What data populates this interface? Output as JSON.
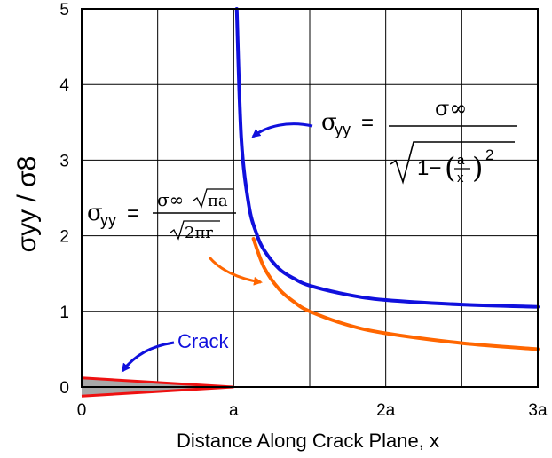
{
  "chart_data": {
    "type": "line",
    "xlabel": "Distance Along Crack Plane, x",
    "ylabel": "σyy / σ8",
    "xlim": [
      0,
      3
    ],
    "ylim": [
      0,
      5
    ],
    "x_ticks": [
      {
        "value": 0,
        "label": "0"
      },
      {
        "value": 1,
        "label": "a"
      },
      {
        "value": 2,
        "label": "2a"
      },
      {
        "value": 3,
        "label": "3a"
      }
    ],
    "y_ticks": [
      {
        "value": 0,
        "label": "0"
      },
      {
        "value": 1,
        "label": "1"
      },
      {
        "value": 2,
        "label": "2"
      },
      {
        "value": 3,
        "label": "3"
      },
      {
        "value": 4,
        "label": "4"
      },
      {
        "value": 5,
        "label": "5"
      }
    ],
    "grid": true,
    "series": [
      {
        "color": "#1010dd",
        "formula": "sigma_inf / sqrt(1 - (a/x)^2)",
        "x": [
          1.02,
          1.05,
          1.1,
          1.15,
          1.2,
          1.3,
          1.4,
          1.5,
          1.75,
          2.0,
          2.5,
          3.0
        ],
        "y": [
          5.0,
          3.28,
          2.4,
          2.03,
          1.81,
          1.56,
          1.43,
          1.34,
          1.22,
          1.15,
          1.09,
          1.06
        ]
      },
      {
        "color": "#ff6600",
        "formula": "sigma_inf * sqrt(pi a) / sqrt(2 pi r), r = x - a",
        "x": [
          1.13,
          1.2,
          1.3,
          1.4,
          1.5,
          1.75,
          2.0,
          2.5,
          3.0
        ],
        "y": [
          1.96,
          1.58,
          1.29,
          1.12,
          1.0,
          0.82,
          0.71,
          0.58,
          0.5
        ]
      }
    ],
    "crack": {
      "from_x": 0,
      "to_x": 1,
      "half_opening": 0.12,
      "fill": "#a8a8a8",
      "edge": "#ee1111"
    },
    "annotations": {
      "crack_label": "Crack",
      "exact": {
        "lhs_symbol": "σ",
        "lhs_sub": "yy",
        "equals": "=",
        "numerator": "σ∞",
        "one_minus": "1−",
        "frac_num": "a",
        "frac_den": "x",
        "exponent": "2"
      },
      "approx": {
        "lhs_symbol": "σ",
        "lhs_sub": "yy",
        "equals": "=",
        "num_sigma": "σ∞",
        "num_root": "πa",
        "den_root": "2πr"
      }
    }
  }
}
